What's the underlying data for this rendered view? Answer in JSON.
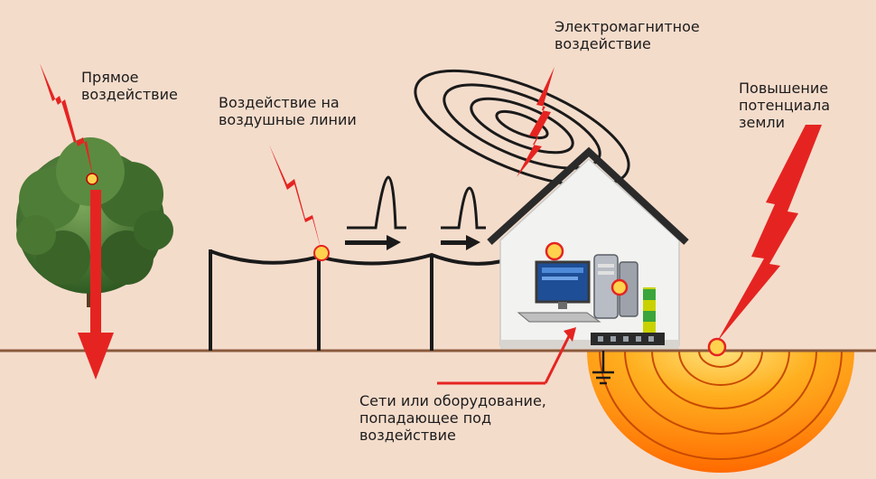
{
  "labels": {
    "direct": [
      "Прямое",
      "воздействие"
    ],
    "air_lines": [
      "Воздействие на",
      "воздушные линии"
    ],
    "electromagnetic": [
      "Электромагнитное",
      "воздействие"
    ],
    "ground_potential": [
      "Повышение",
      "потенциала",
      "земли"
    ],
    "affected_equipment": [
      "Сети или оборудование,",
      "попадающее под",
      "воздействие"
    ]
  },
  "colors": {
    "background": "#f4dccb",
    "lightning": "#e52421",
    "ground_line": "#8a5a3c",
    "wire": "#1a1a1a",
    "ground_glow_outer": "#f7b733",
    "ground_glow_inner": "#ff6a00"
  },
  "icons": [
    "lightning-bolt-icon",
    "tree-icon",
    "house-icon",
    "computer-icon",
    "pulse-icon",
    "arrow-right-icon",
    "spark-icon",
    "ground-symbol-icon"
  ]
}
